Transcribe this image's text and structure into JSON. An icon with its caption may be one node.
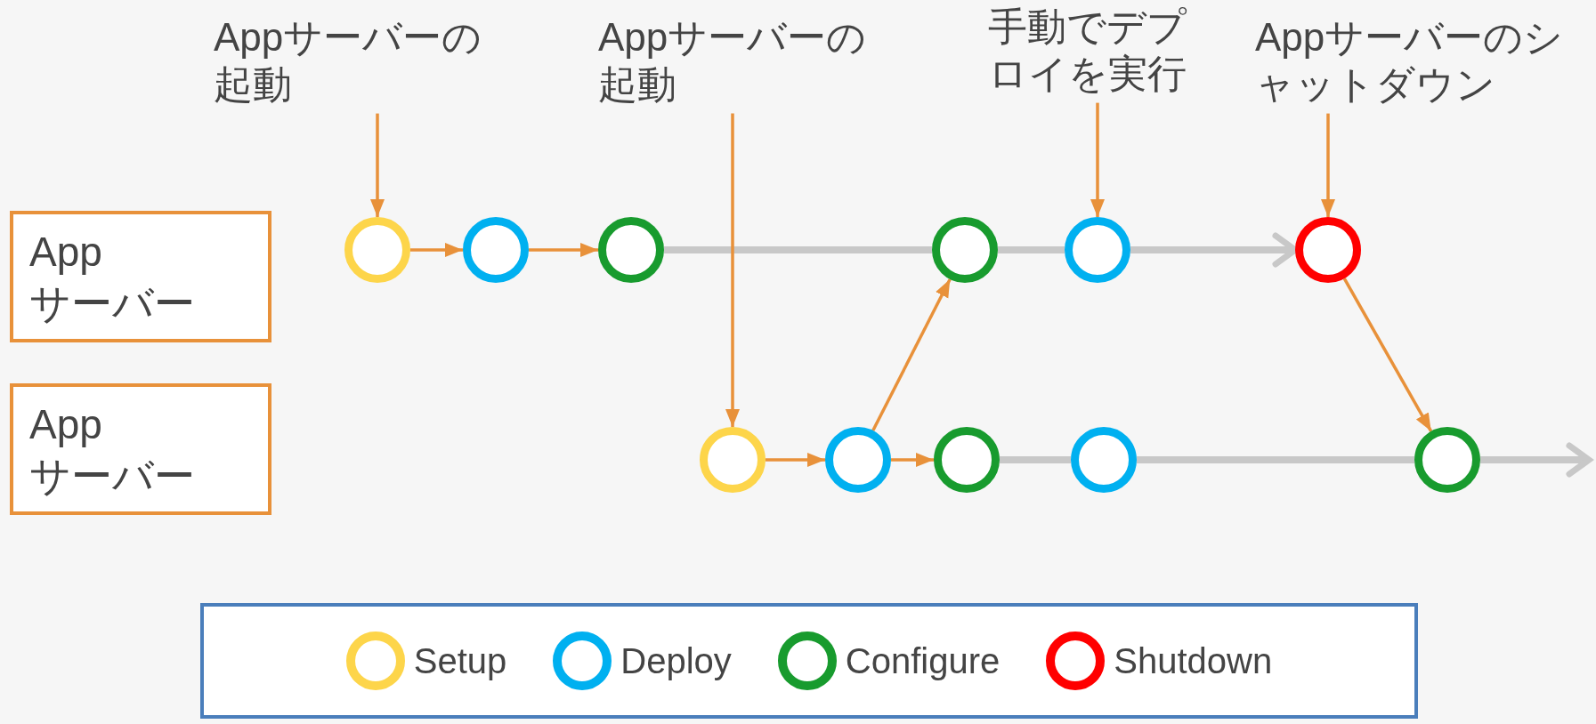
{
  "diagram": {
    "nodes": [
      {
        "text": [
          "App サーバー"
        ]
      },
      {
        "text": [
          "App サーバー"
        ]
      },
      {
        "text": [
          "Appサーバーの起動"
        ]
      },
      {
        "text": [
          "Appサーバーの起動"
        ]
      },
      {
        "text": [
          "手動でデプロイを実行"
        ]
      },
      {
        "text": [
          "Appサーバーのシャットダウン"
        ]
      },
      {
        "text": [],
        "shape": "circle"
      },
      {
        "text": [],
        "shape": "circle"
      },
      {
        "text": [],
        "shape": "circle"
      },
      {
        "text": [],
        "shape": "circle"
      },
      {
        "text": [],
        "shape": "circle"
      },
      {
        "text": [],
        "shape": "circle"
      },
      {
        "text": [],
        "shape": "circle"
      },
      {
        "text": [],
        "shape": "circle"
      },
      {
        "text": [],
        "shape": "circle"
      },
      {
        "text": [],
        "shape": "circle"
      },
      {
        "text": [],
        "shape": "circle"
      }
    ],
    "edges": [
      {
        "from": 2,
        "to": 6,
        "arrow": "to"
      },
      {
        "from": 6,
        "to": 7,
        "arrow": "to"
      },
      {
        "from": 7,
        "to": 8,
        "arrow": "to"
      },
      {
        "from": 8,
        "to": 9,
        "arrow": "none",
        "style": "thick",
        "color": "#c8c8c8"
      },
      {
        "from": 9,
        "to": 10,
        "arrow": "none",
        "style": "thick",
        "color": "#c8c8c8"
      },
      {
        "from": 10,
        "to": 11,
        "arrow": "to",
        "style": "thick",
        "color": "#c8c8c8"
      },
      {
        "from": 3,
        "to": 12,
        "arrow": "to"
      },
      {
        "from": 12,
        "to": 13,
        "arrow": "to"
      },
      {
        "from": 13,
        "to": 9,
        "arrow": "to"
      },
      {
        "from": 13,
        "to": 14,
        "arrow": "to"
      },
      {
        "from": 14,
        "to": 15,
        "arrow": "none",
        "style": "thick",
        "color": "#c8c8c8"
      },
      {
        "from": 15,
        "to": 16,
        "arrow": "none",
        "style": "thick",
        "color": "#c8c8c8"
      },
      {
        "from": 16,
        "to": null,
        "arrow": "to",
        "style": "thick",
        "color": "#c8c8c8"
      },
      {
        "from": 4,
        "to": 10,
        "arrow": "to"
      },
      {
        "from": 5,
        "to": 11,
        "arrow": "to"
      },
      {
        "from": 11,
        "to": 16,
        "arrow": "to"
      }
    ],
    "legend": [
      {
        "text": "Setup",
        "color": "#fdd54a"
      },
      {
        "text": "Deploy",
        "color": "#00b0f0"
      },
      {
        "text": "Configure",
        "color": "#189b2e"
      },
      {
        "text": "Shutdown",
        "color": "#ff0000"
      }
    ]
  }
}
